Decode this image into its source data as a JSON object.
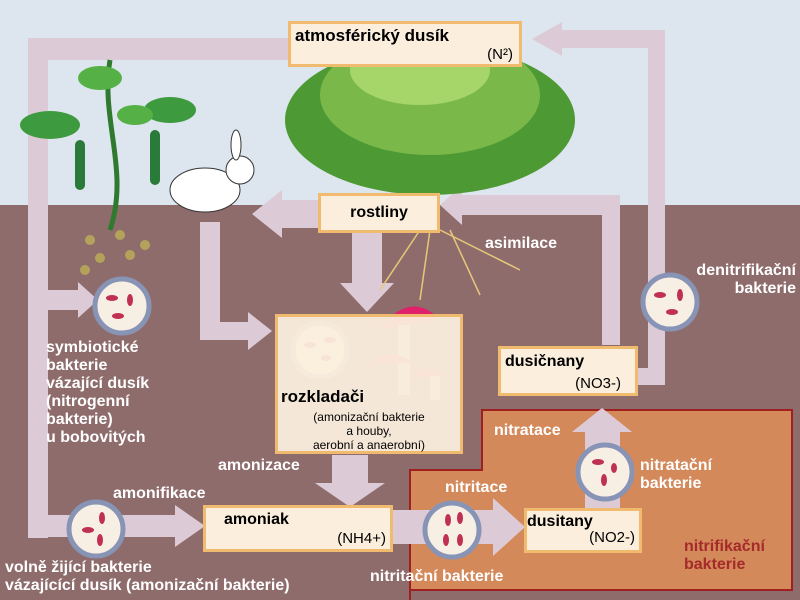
{
  "title": "Nitrogen cycle",
  "atmosphere": {
    "label": "atmosférický dusík",
    "formula": "(N²)"
  },
  "plants": {
    "label": "rostliny"
  },
  "decomposers": {
    "label": "rozkladači",
    "note_lines": [
      "(amonizační bakterie",
      "a houby,",
      "aerobní a anaerobní)"
    ]
  },
  "ammonia": {
    "label": "amoniak",
    "formula": "(NH4+)"
  },
  "nitrites": {
    "label": "dusitany",
    "formula": "(NO2-)"
  },
  "nitrates": {
    "label": "dusičnany",
    "formula": "(NO3-)"
  },
  "labels": {
    "assimilation": "asimilace",
    "denitrifying": [
      "denitrifikační",
      "bakterie"
    ],
    "symbiotic": [
      "symbiotické",
      "bakterie",
      "vázající dusík",
      "(nitrogenní",
      "bakterie)",
      "u bobovitých"
    ],
    "ammonization": "amonizace",
    "ammonification": "amonifikace",
    "free_living": [
      "volně žijící bakterie",
      "vázajícící dusík (amonizační bakterie)"
    ],
    "nitritation": "nitritace",
    "nitritating_bacteria": "nitritační bakterie",
    "nitratation": "nitratace",
    "nitratating_bacteria": [
      "nitratační",
      "bakterie"
    ],
    "nitrifying_bacteria": [
      "nitrifikační",
      "bakterie"
    ]
  },
  "colors": {
    "sky": "#dde6ee",
    "soil": "#8f6c6c",
    "arrow": "#dccbd6",
    "nitrification_zone": "#d4895a",
    "box": "#fbeedd"
  }
}
